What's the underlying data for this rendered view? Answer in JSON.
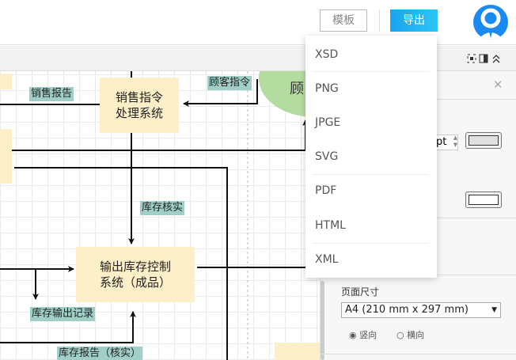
{
  "header": {
    "template_label": "模板",
    "export_label": "导出"
  },
  "export_menu": {
    "items": [
      "XSD",
      "PNG",
      "JPGE",
      "SVG",
      "PDF",
      "HTML",
      "XML"
    ]
  },
  "diagram": {
    "nodes": {
      "sales_order": "销售指令\n处理系统",
      "output_inventory": "输出库存控制\n系统（成品）",
      "customer": "顾"
    },
    "labels": {
      "sales_report": "销售报告",
      "customer_order": "顾客指令",
      "inventory_check": "库存核实",
      "inventory_output_record": "库存输出记录",
      "inventory_report": "库存报告（核实）"
    }
  },
  "panel": {
    "unit": "pt",
    "line_color": "#e0e0e0",
    "fill_color": "#ffffff",
    "page_size_label": "页面尺寸",
    "page_size_value": "A4 (210 mm x 297 mm)",
    "orientation": {
      "portrait": "竖向",
      "landscape": "横向",
      "selected": "portrait"
    }
  },
  "colors": {
    "accent": "#1aa4f0",
    "node_fill": "#fdefc8",
    "label_fill": "#9fcfc7",
    "ellipse_fill": "#b5dca0"
  }
}
